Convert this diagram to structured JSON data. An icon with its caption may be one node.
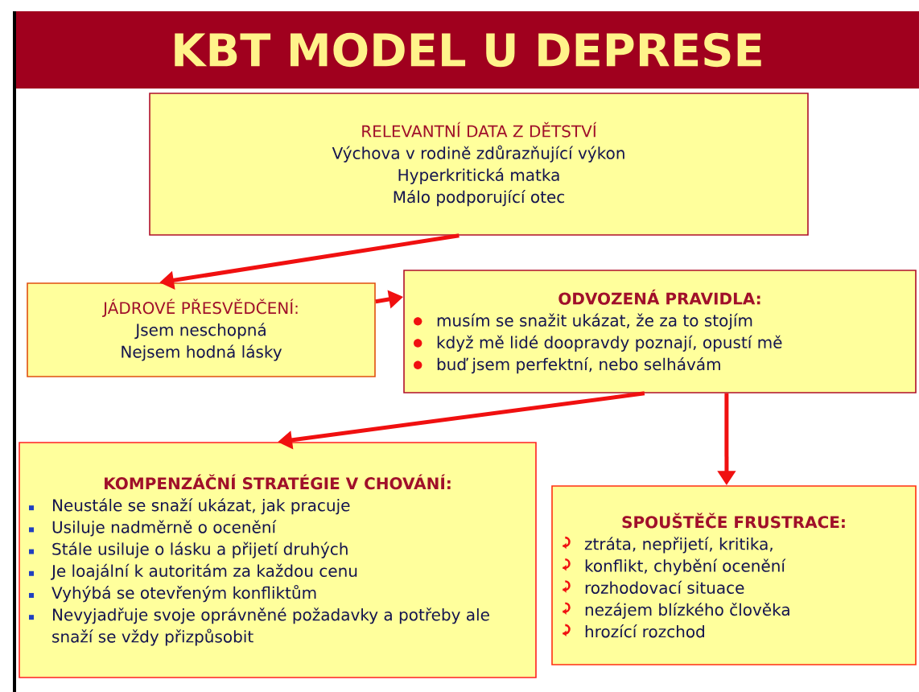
{
  "diagram": {
    "title": "KBT MODEL U DEPRESE",
    "nodes": [
      {
        "text": [
          "RELEVANTNÍ DATA Z DĚTSTVÍ",
          "Výchova v rodině zdůrazňující výkon",
          "Hyperkritická matka",
          "Málo podporující otec"
        ]
      },
      {
        "text": [
          "JÁDROVÉ PŘESVĚDČENÍ:",
          "Jsem neschopná",
          "Nejsem hodná lásky"
        ]
      },
      {
        "text": [
          "ODVOZENÁ PRAVIDLA:",
          "musím se snažit ukázat, že za to stojím",
          "když mě lidé doopravdy poznají, opustí  mě",
          "buď jsem perfektní, nebo selhávám"
        ]
      },
      {
        "text": [
          "KOMPENZÁČNÍ STRATÉGIE V CHOVÁNÍ:",
          "Neustále se snaží ukázat, jak pracuje",
          "Usiluje nadměrně o ocenění",
          "Stále usiluje o lásku a přijetí  druhých",
          "Je loajální k autoritám za každou cenu",
          "Vyhýbá se otevřeným konfliktům",
          "Nevyjadřuje svoje oprávněné požadavky a potřeby ale snaží se vždy přizpůsobit"
        ]
      },
      {
        "text": [
          "SPOUŠTĚČE FRUSTRACE:",
          "ztráta, nepřijetí, kritika,",
          "konflikt, chybění ocenění",
          "rozhodovací situace",
          "nezájem blízkého člověka",
          "hrozící rozchod"
        ]
      }
    ],
    "edges": [
      {
        "from": 0,
        "to": 1,
        "arrow": "to"
      },
      {
        "from": 1,
        "to": 2,
        "arrow": "to"
      },
      {
        "from": 2,
        "to": 3,
        "arrow": "to"
      },
      {
        "from": 2,
        "to": 4,
        "arrow": "to"
      }
    ]
  }
}
